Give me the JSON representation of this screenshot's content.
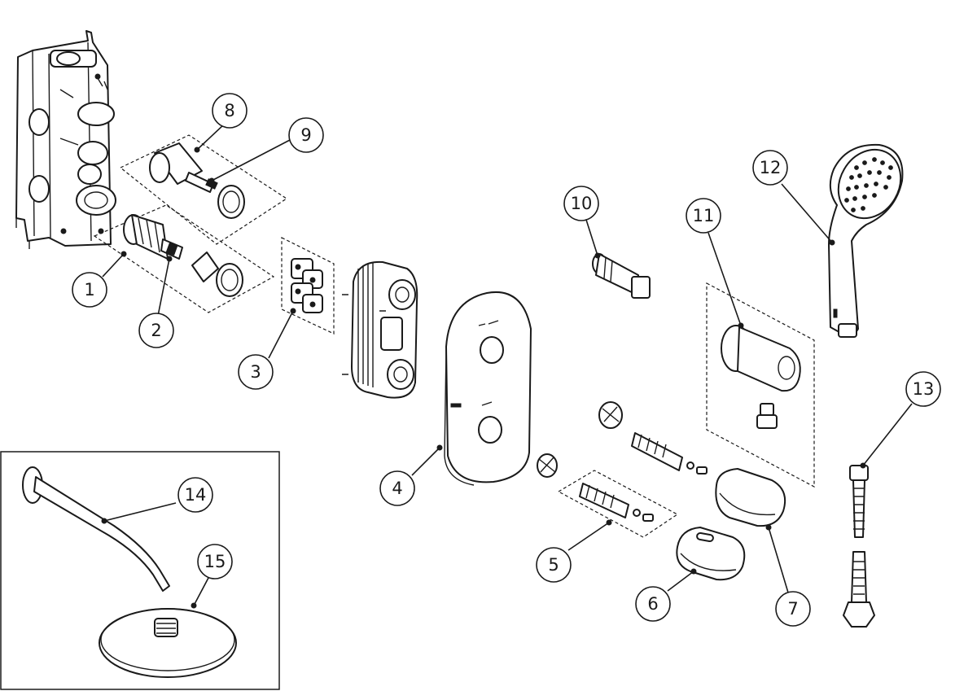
{
  "callouts": [
    "1",
    "2",
    "3",
    "4",
    "5",
    "6",
    "7",
    "8",
    "9",
    "10",
    "11",
    "12",
    "13",
    "14",
    "15"
  ]
}
